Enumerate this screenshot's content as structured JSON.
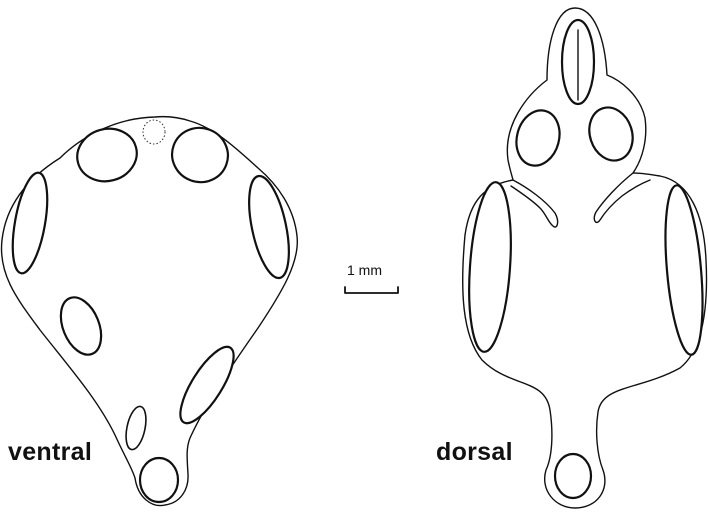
{
  "views": [
    {
      "id": "ventral",
      "label": "ventral"
    },
    {
      "id": "dorsal",
      "label": "dorsal"
    }
  ],
  "scale_bar": {
    "label": "1 mm"
  },
  "colors": {
    "stroke": "#111111",
    "background": "#ffffff"
  }
}
